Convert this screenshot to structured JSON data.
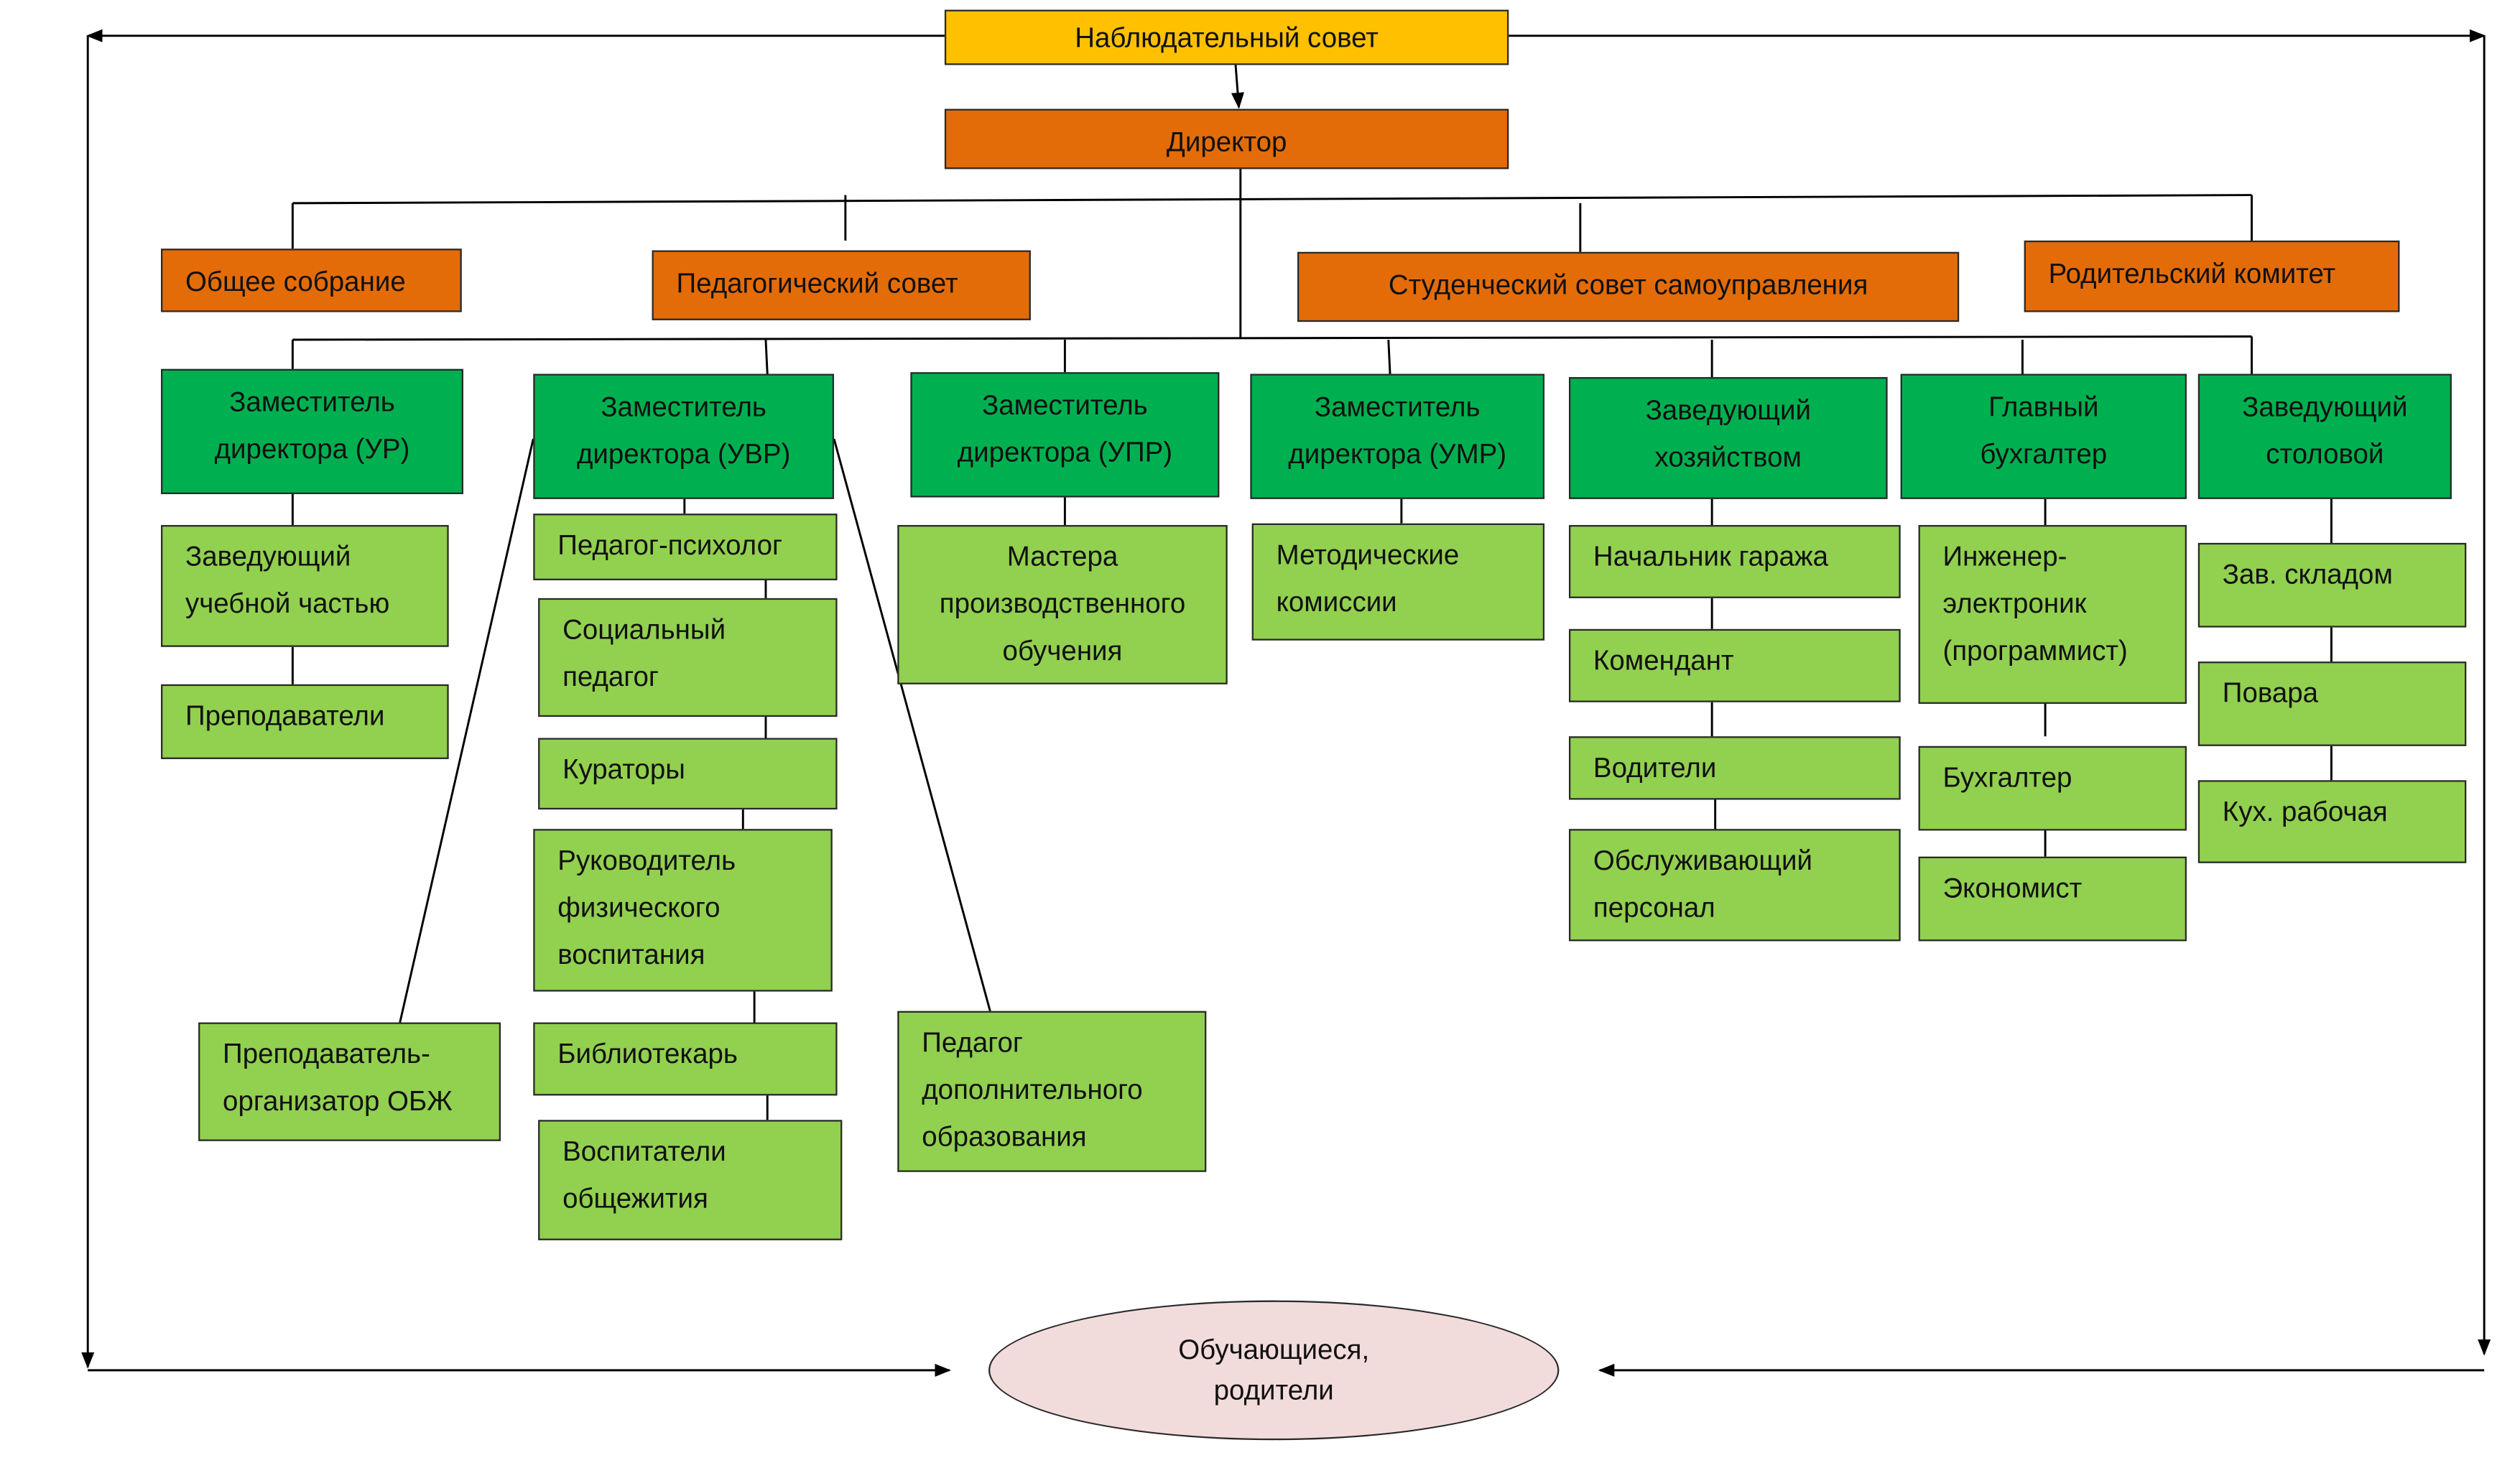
{
  "board": "Наблюдательный совет",
  "director": "Директор",
  "councils": {
    "general_meeting": "Общее собрание",
    "pedagogical": "Педагогический совет",
    "student_self_government": "Студенческий совет самоуправления",
    "parents": "Родительский комитет"
  },
  "heads": {
    "deputy_ur": [
      "Заместитель",
      "директора (УР)"
    ],
    "deputy_uvr": [
      "Заместитель",
      "директора (УВР)"
    ],
    "deputy_upr": [
      "Заместитель",
      "директора (УПР)"
    ],
    "deputy_umr": [
      "Заместитель",
      "директора (УМР)"
    ],
    "housekeeping": [
      "Заведующий",
      "хозяйством"
    ],
    "chief_accountant": [
      "Главный",
      "бухгалтер"
    ],
    "canteen": [
      "Заведующий",
      "столовой"
    ]
  },
  "staff": {
    "academic_head": [
      "Заведующий",
      "учебной частью"
    ],
    "teachers": [
      "Преподаватели"
    ],
    "obzh_teacher": [
      "Преподаватель-",
      "организатор ОБЖ"
    ],
    "psychologist": [
      "Педагог-психолог"
    ],
    "social_pedagogue": [
      "Социальный",
      "педагог"
    ],
    "curators": [
      "Кураторы"
    ],
    "pe_head": [
      "Руководитель",
      "физического",
      "воспитания"
    ],
    "librarian": [
      "Библиотекарь"
    ],
    "dorm_tutors": [
      "Воспитатели",
      "общежития"
    ],
    "production_masters": [
      "Мастера",
      "производственного",
      "обучения"
    ],
    "extra_education": [
      "Педагог",
      "дополнительного",
      "образования"
    ],
    "methodical_commissions": [
      "Методические",
      "комиссии"
    ],
    "garage_head": [
      "Начальник гаража"
    ],
    "commandant": [
      "Комендант"
    ],
    "drivers": [
      "Водители"
    ],
    "service_staff": [
      "Обслуживающий",
      "персонал"
    ],
    "it_engineer": [
      "Инженер-",
      "электроник",
      "(программист)"
    ],
    "accountant": [
      "Бухгалтер"
    ],
    "economist": [
      "Экономист"
    ],
    "warehouse_head": [
      "Зав. складом"
    ],
    "cooks": [
      "Повара"
    ],
    "kitchen_worker": [
      "Кух. рабочая"
    ]
  },
  "students_parents": [
    "Обучающиеся,",
    "родители"
  ]
}
